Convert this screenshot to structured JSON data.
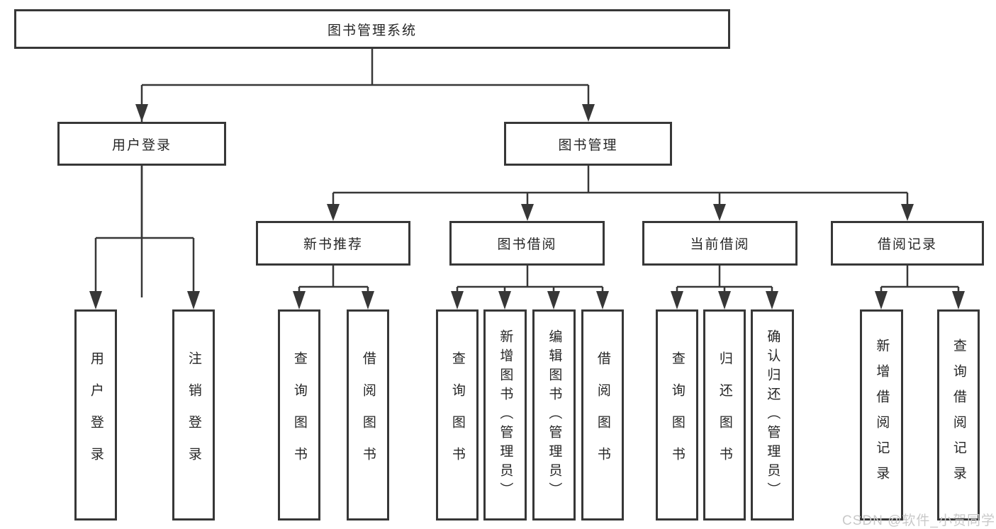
{
  "colors": {
    "line": "#373737",
    "box_border": "#373737",
    "text": "#262626",
    "watermark": "#c9c9c9",
    "background": "#ffffff"
  },
  "diagram": {
    "root": {
      "label": "图书管理系统"
    },
    "level2": [
      {
        "label": "用户登录"
      },
      {
        "label": "图书管理"
      }
    ],
    "level3": [
      {
        "label": "新书推荐",
        "parent": "图书管理"
      },
      {
        "label": "图书借阅",
        "parent": "图书管理"
      },
      {
        "label": "当前借阅",
        "parent": "图书管理"
      },
      {
        "label": "借阅记录",
        "parent": "图书管理"
      }
    ],
    "leaves": [
      {
        "label": "用户登录",
        "parent": "用户登录"
      },
      {
        "label": "注销登录",
        "parent": "用户登录"
      },
      {
        "label": "查询图书",
        "parent": "新书推荐"
      },
      {
        "label": "借阅图书",
        "parent": "新书推荐"
      },
      {
        "label": "查询图书",
        "parent": "图书借阅"
      },
      {
        "label": "新增图书（管理员）",
        "parent": "图书借阅"
      },
      {
        "label": "编辑图书（管理员）",
        "parent": "图书借阅"
      },
      {
        "label": "借阅图书",
        "parent": "图书借阅"
      },
      {
        "label": "查询图书",
        "parent": "当前借阅"
      },
      {
        "label": "归还图书",
        "parent": "当前借阅"
      },
      {
        "label": "确认归还（管理员）",
        "parent": "当前借阅"
      },
      {
        "label": "新增借阅记录",
        "parent": "借阅记录"
      },
      {
        "label": "查询借阅记录",
        "parent": "借阅记录"
      }
    ]
  },
  "watermark": {
    "text": "CSDN @软件_小贺同学"
  }
}
